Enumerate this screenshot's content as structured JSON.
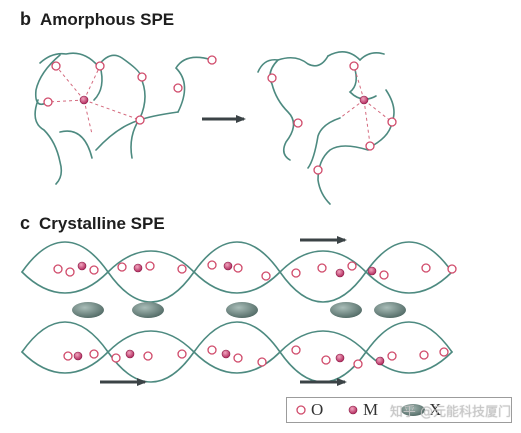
{
  "panel_b": {
    "letter": "b",
    "title": "Amorphous SPE"
  },
  "panel_c": {
    "letter": "c",
    "title": "Crystalline SPE"
  },
  "legend": {
    "o_label": "O",
    "m_label": "M",
    "x_label": "X"
  },
  "watermark": "知乎 @元能科技厦门",
  "colors": {
    "chain": "#4d8a80",
    "oxygen_fill": "#ffffff",
    "oxygen_stroke": "#d04a6a",
    "cation": "#c0306a",
    "anion": "#5f7a74",
    "arrow": "#3b4346",
    "coordination": "#d46a7e"
  }
}
